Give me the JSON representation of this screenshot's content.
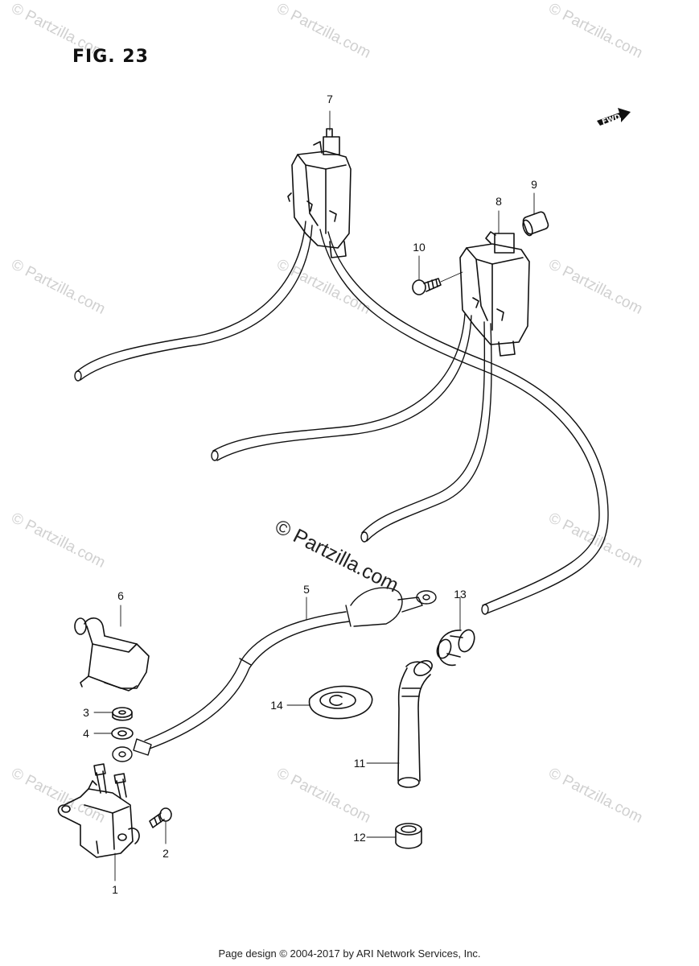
{
  "figure": {
    "title": "FIG. 23"
  },
  "fwd_label": "FWD",
  "watermark": {
    "small": "© Partzilla.com",
    "large": "© Partzilla.com"
  },
  "callouts": [
    "1",
    "2",
    "3",
    "4",
    "5",
    "6",
    "7",
    "8",
    "9",
    "10",
    "11",
    "12",
    "13",
    "14"
  ],
  "footer": "Page design © 2004-2017 by ARI Network Services, Inc."
}
